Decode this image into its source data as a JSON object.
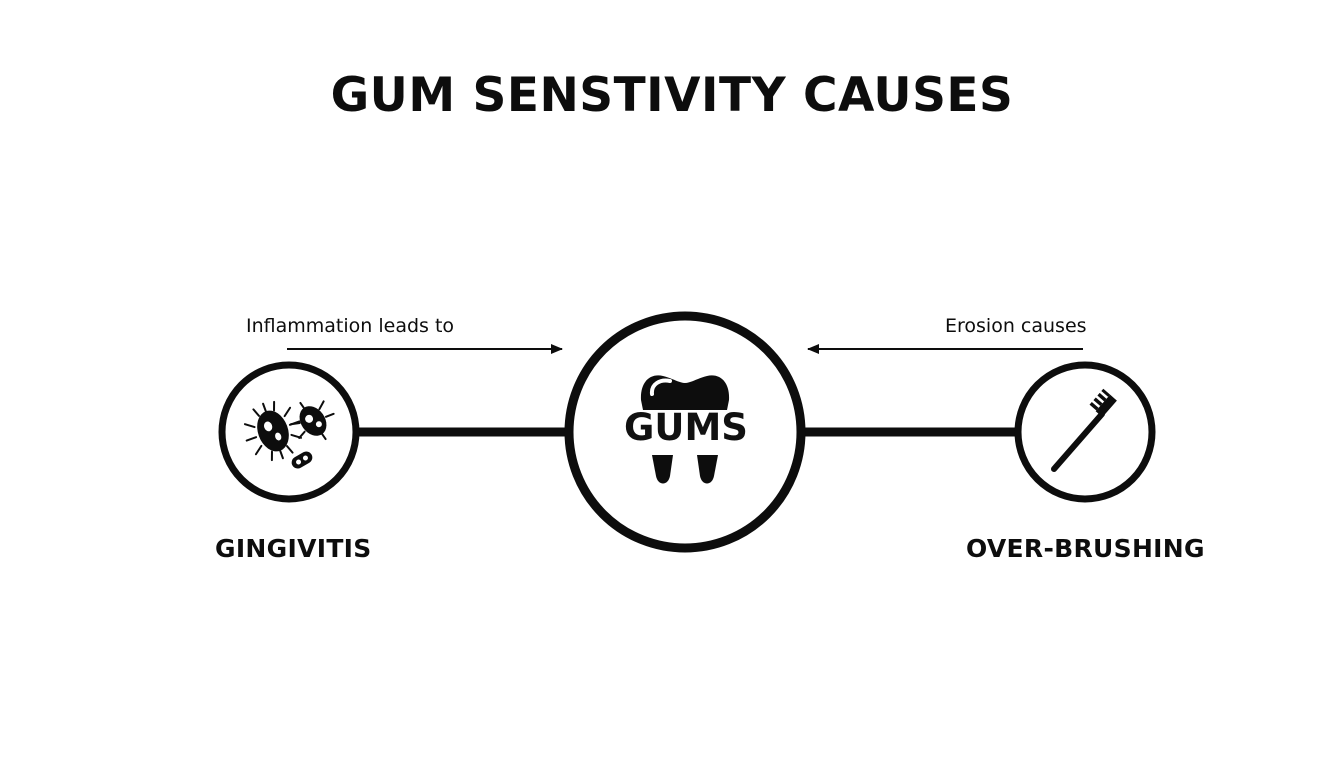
{
  "title": "GUM SENSTIVITY CAUSES",
  "center_node": {
    "label": "GUMS",
    "icon": "tooth-icon"
  },
  "left_node": {
    "label": "GINGIVITIS",
    "icon": "bacteria-icon",
    "edge_label": "Inflammation leads to"
  },
  "right_node": {
    "label": "OVER-BRUSHING",
    "icon": "toothbrush-icon",
    "edge_label": "Erosion causes"
  },
  "colors": {
    "stroke": "#0d0d0d",
    "background": "#ffffff"
  }
}
